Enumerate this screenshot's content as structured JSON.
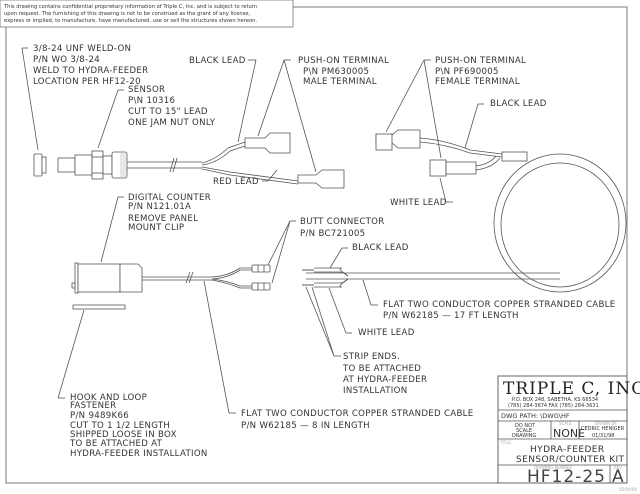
{
  "notice": {
    "lines": [
      "This drawing contains confidential proprietary information of Triple C, Inc. and is subject to return",
      "upon request.  The furnishing of this drawing is not to be construed as the grant of any license,",
      "express or implied, to manufacture, have manufactured, use or sell the structures shown hereon."
    ]
  },
  "callouts": {
    "weld_on": [
      "3/8-24 UNF WELD-ON",
      "P/N WO 3/8-24",
      "WELD TO HYDRA-FEEDER",
      "LOCATION PER HF12-20"
    ],
    "sensor": [
      "SENSOR",
      "P\\N 10316",
      "CUT TO 15\" LEAD",
      "ONE JAM NUT ONLY"
    ],
    "black_lead_top": "BLACK LEAD",
    "male_terminal": [
      "PUSH-ON TERMINAL",
      "P\\N PM630005",
      "MALE TERMINAL"
    ],
    "female_terminal": [
      "PUSH-ON TERMINAL",
      "P\\N PF690005",
      "FEMALE TERMINAL"
    ],
    "black_lead_right": "BLACK LEAD",
    "red_lead": "RED LEAD",
    "white_lead_top": "WHITE LEAD",
    "digital_counter": [
      "DIGITAL COUNTER",
      "P/N N121.01A",
      "REMOVE PANEL",
      "MOUNT CLIP"
    ],
    "butt_connector": [
      "BUTT CONNECTOR",
      "P/N BC721005"
    ],
    "black_lead_mid": "BLACK LEAD",
    "cable_17ft": [
      "FLAT TWO CONDUCTOR COPPER STRANDED CABLE",
      "P/N W62185   —   17 FT LENGTH"
    ],
    "white_lead_mid": "WHITE LEAD",
    "strip_ends": [
      "STRIP ENDS.",
      "TO BE ATTACHED",
      "AT HYDRA-FEEDER",
      "INSTALLATION"
    ],
    "hook_loop": [
      "HOOK AND LOOP",
      "FASTENER",
      "P/N 9489K66",
      "CUT TO 1 1/2 LENGTH",
      "SHIPPED LOOSE IN BOX",
      "TO BE ATTACHED AT",
      "HYDRA-FEEDER INSTALLATION"
    ],
    "cable_8in": [
      "FLAT TWO CONDUCTOR COPPER STRANDED CABLE",
      "P/N W62185   —   8 IN LENGTH"
    ]
  },
  "title_block": {
    "company": "TRIPLE C, INC.",
    "address_line1": "P.O. BOX 248,    SABETHA, KS 66534",
    "address_line2": "(785) 284-3674    FAX (785) 284-3631",
    "dwg_path": "DWG PATH: \\DWG\\HF",
    "do_not_scale": [
      "DO NOT",
      "SCALE",
      "DRAWING"
    ],
    "scale_caption": "SCALE",
    "scale_value": "NONE",
    "drawn_by_caption": "DRAWN BY:",
    "drawn_by": "CEDRIC HENIGER",
    "drawn_date": "01/31/98",
    "title_caption": "TITLE:",
    "title": [
      "HYDRA-FEEDER",
      "SENSOR/COUNTER KIT"
    ],
    "drawing_number_caption": "DRAWING NUMBER",
    "drawing_number": "HF12-25",
    "rev_caption": "REV",
    "rev": "A",
    "plot_date": "05/09/06"
  }
}
